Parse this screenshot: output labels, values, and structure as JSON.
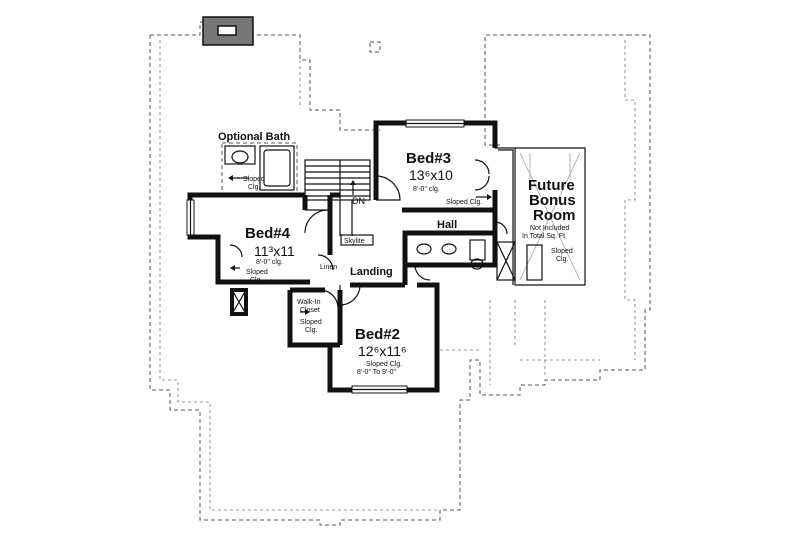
{
  "rooms": {
    "bed3": {
      "name": "Bed#3",
      "size": "13⁶x10",
      "ceiling": "8'-0\" clg."
    },
    "bed4": {
      "name": "Bed#4",
      "size": "11³x11",
      "ceiling": "8'-0\" clg."
    },
    "bed2": {
      "name": "Bed#2",
      "size": "12⁶x11⁶",
      "ceiling": "Sloped Clg.",
      "ceiling_range": "8'-0\" To 9'-0\""
    },
    "bonus": {
      "name_line1": "Future",
      "name_line2": "Bonus",
      "name_line3": "Room",
      "note_line1": "Not Included",
      "note_line2": "In Total Sq. Ft."
    }
  },
  "labels": {
    "optional_bath": "Optional Bath",
    "hall": "Hall",
    "landing": "Landing",
    "linen": "Linen",
    "skylite": "Skylite",
    "dn": "DN",
    "walk_in_line1": "Walk-In",
    "walk_in_line2": "Closet",
    "sloped": "Sloped",
    "clg": "Clg."
  },
  "sloped_notes": {
    "bath": "Sloped Clg.",
    "bed3": "Sloped Clg.",
    "bed4": "Sloped Clg.",
    "closet": "Sloped Clg.",
    "bonus": "Sloped Clg."
  }
}
